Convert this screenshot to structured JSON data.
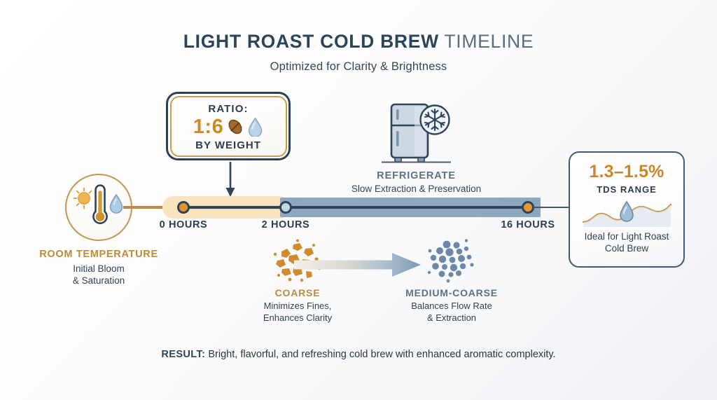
{
  "header": {
    "title_strong": "LIGHT ROAST COLD BREW",
    "title_light": " TIMELINE",
    "subtitle": "Optimized for Clarity & Brightness"
  },
  "colors": {
    "accent_gold": "#bd8b35",
    "accent_gold_bright": "#cc8a26",
    "dark_blue": "#2d4558",
    "steel_blue": "#5d7183",
    "band_cream": "#fae4bf",
    "band_blue": "#8fa7bf",
    "node_orange": "#e8972c",
    "node_light": "#c8d6e4"
  },
  "room_temperature": {
    "title": "ROOM TEMPERATURE",
    "subtitle": "Initial Bloom\n& Saturation",
    "icons": [
      "sun-icon",
      "thermometer-icon",
      "water-drop-icon"
    ]
  },
  "ratio_callout": {
    "label": "RATIO:",
    "value": "1:6",
    "footer": "BY WEIGHT",
    "icons": [
      "coffee-bean-icon",
      "water-drop-icon"
    ]
  },
  "timeline": {
    "nodes": [
      {
        "label": "0 HOURS",
        "hours": 0,
        "color": "#e0962e"
      },
      {
        "label": "2 HOURS",
        "hours": 2,
        "color": "#c8d6e4"
      },
      {
        "label": "16 HOURS",
        "hours": 16,
        "color": "#e8972c"
      }
    ],
    "segments": [
      {
        "from": "0 HOURS",
        "to": "2 HOURS",
        "style": "cream-band"
      },
      {
        "from": "2 HOURS",
        "to": "16 HOURS",
        "style": "blue-band"
      }
    ]
  },
  "refrigerate": {
    "title": "REFRIGERATE",
    "subtitle": "Slow Extraction & Preservation",
    "icons": [
      "refrigerator-icon",
      "snowflake-icon"
    ]
  },
  "tds": {
    "value": "1.3–1.5%",
    "label": "TDS RANGE",
    "footer": "Ideal for Light Roast\nCold Brew",
    "icons": [
      "water-drop-icon",
      "wave-line-icon"
    ]
  },
  "grind": {
    "coarse": {
      "title": "COARSE",
      "subtitle": "Minimizes Fines,\nEnhances Clarity",
      "icon": "coarse-grind-particles-icon"
    },
    "medium_coarse": {
      "title": "MEDIUM-COARSE",
      "subtitle": "Balances Flow Rate\n& Extraction",
      "icon": "medium-coarse-grind-particles-icon"
    },
    "transition_icon": "right-arrow-icon"
  },
  "result": {
    "lead": "RESULT:",
    "text": " Bright, flavorful, and refreshing cold brew with enhanced aromatic complexity."
  }
}
